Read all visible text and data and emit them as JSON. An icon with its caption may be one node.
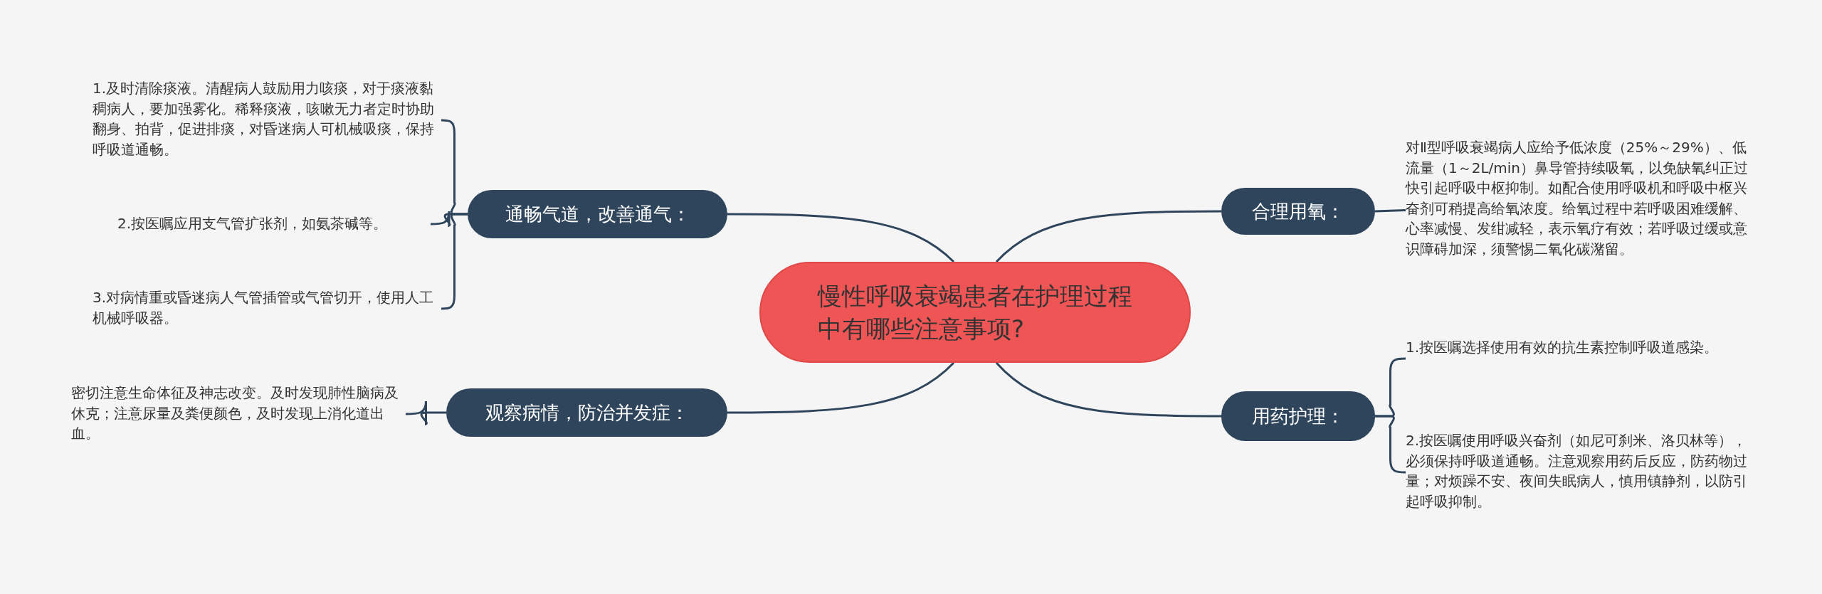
{
  "diagram": {
    "nodes": [
      {
        "text": [
          "慢性呼吸衰竭患者在护理过程中有哪些注意事项?"
        ]
      },
      {
        "text": [
          "通畅气道，改善通气："
        ]
      },
      {
        "text": [
          "1.及时清除痰液。清醒病人鼓励用力咳痰，对于痰液黏稠病人，要加强雾化。稀释痰液，咳嗽无力者定时协助翻身、拍背，促进排痰，对昏迷病人可机械吸痰，保持呼吸道通畅。"
        ]
      },
      {
        "text": [
          "2.按医嘱应用支气管扩张剂，如氨茶碱等。"
        ]
      },
      {
        "text": [
          "3.对病情重或昏迷病人气管插管或气管切开，使用人工机械呼吸器。"
        ]
      },
      {
        "text": [
          "合理用氧："
        ]
      },
      {
        "text": [
          "对Ⅱ型呼吸衰竭病人应给予低浓度（25%～29%）、低流量（1～2L/min）鼻导管持续吸氧，以免缺氧纠正过快引起呼吸中枢抑制。如配合使用呼吸机和呼吸中枢兴奋剂可稍提高给氧浓度。给氧过程中若呼吸困难缓解、心率减慢、发绀减轻，表示氧疗有效；若呼吸过缓或意识障碍加深，须警惕二氧化碳潴留。"
        ]
      },
      {
        "text": [
          "观察病情，防治并发症："
        ]
      },
      {
        "text": [
          "密切注意生命体征及神志改变。及时发现肺性脑病及休克；注意尿量及粪便颜色，及时发现上消化道出血。"
        ]
      },
      {
        "text": [
          "用药护理："
        ]
      },
      {
        "text": [
          "1.按医嘱选择使用有效的抗生素控制呼吸道感染。"
        ]
      },
      {
        "text": [
          "2.按医嘱使用呼吸兴奋剂（如尼可刹米、洛贝林等），必须保持呼吸道通畅。注意观察用药后反应，防药物过量；对烦躁不安、夜间失眠病人，慎用镇静剂，以防引起呼吸抑制。"
        ]
      }
    ],
    "edges": [
      {
        "from": 0,
        "to": 1,
        "arrow": "none"
      },
      {
        "from": 1,
        "to": 2,
        "arrow": "none"
      },
      {
        "from": 1,
        "to": 3,
        "arrow": "none"
      },
      {
        "from": 1,
        "to": 4,
        "arrow": "none"
      },
      {
        "from": 0,
        "to": 5,
        "arrow": "none"
      },
      {
        "from": 5,
        "to": 6,
        "arrow": "none"
      },
      {
        "from": 0,
        "to": 7,
        "arrow": "none"
      },
      {
        "from": 7,
        "to": 8,
        "arrow": "none"
      },
      {
        "from": 0,
        "to": 9,
        "arrow": "none"
      },
      {
        "from": 9,
        "to": 10,
        "arrow": "none"
      },
      {
        "from": 9,
        "to": 11,
        "arrow": "none"
      }
    ]
  }
}
